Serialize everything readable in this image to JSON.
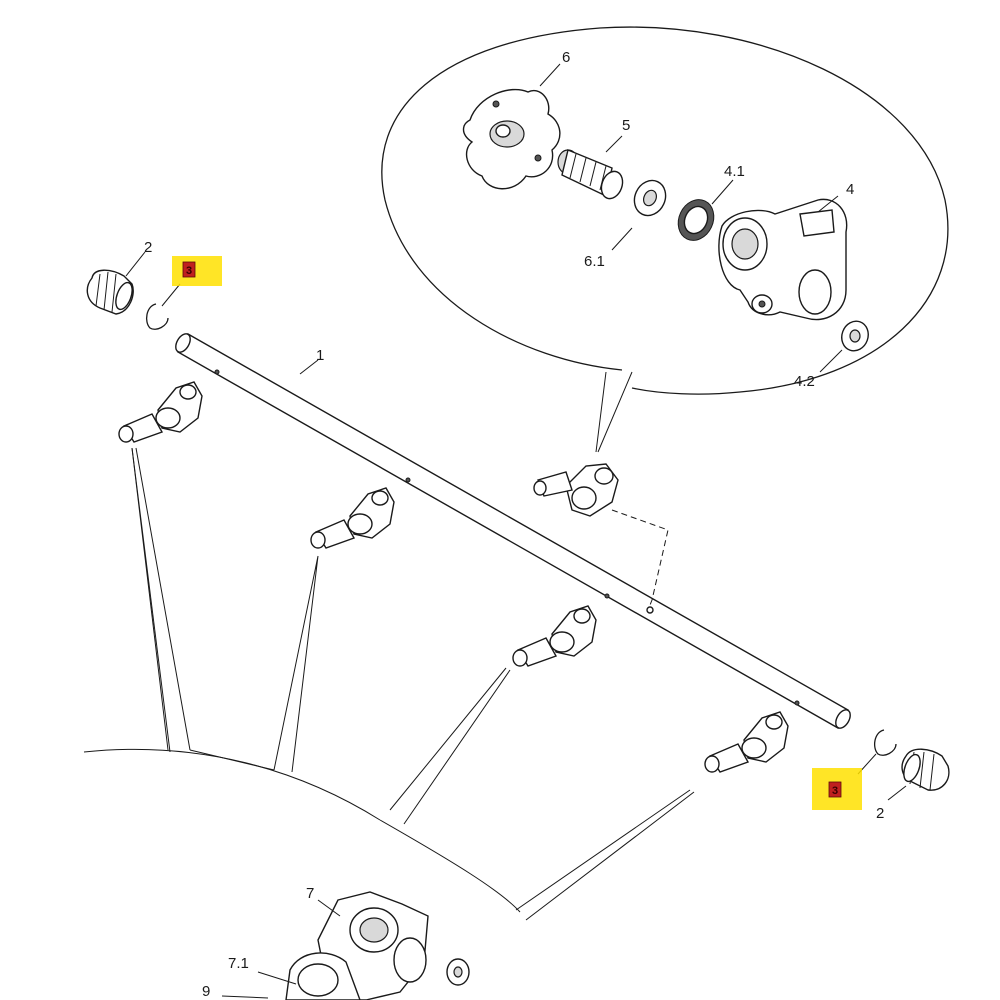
{
  "callouts": {
    "c1": "1",
    "c2_left": "2",
    "c2_right": "2",
    "c3_left": "3",
    "c3_right": "3",
    "c4": "4",
    "c4_1": "4.1",
    "c4_2": "4.2",
    "c5": "5",
    "c6": "6",
    "c6_1": "6.1",
    "c7": "7",
    "c7_1": "7.1",
    "c9": "9"
  },
  "colors": {
    "highlight": "#ffe100",
    "highlight_mark": "#c0201f",
    "line": "#1a1a1a"
  }
}
